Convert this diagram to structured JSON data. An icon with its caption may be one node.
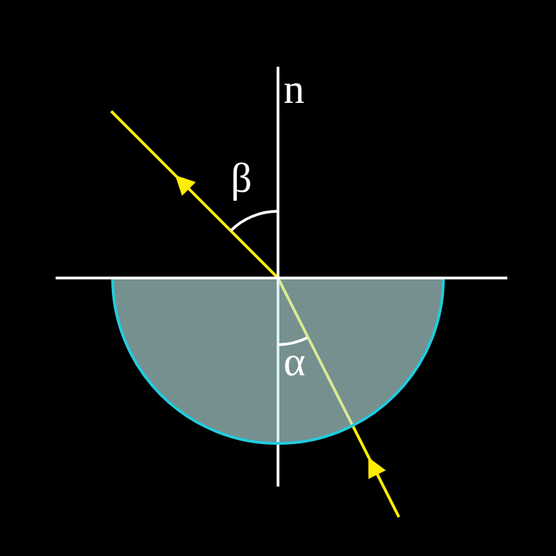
{
  "diagram": {
    "labels": [
      "n",
      "β",
      "α"
    ]
  }
}
